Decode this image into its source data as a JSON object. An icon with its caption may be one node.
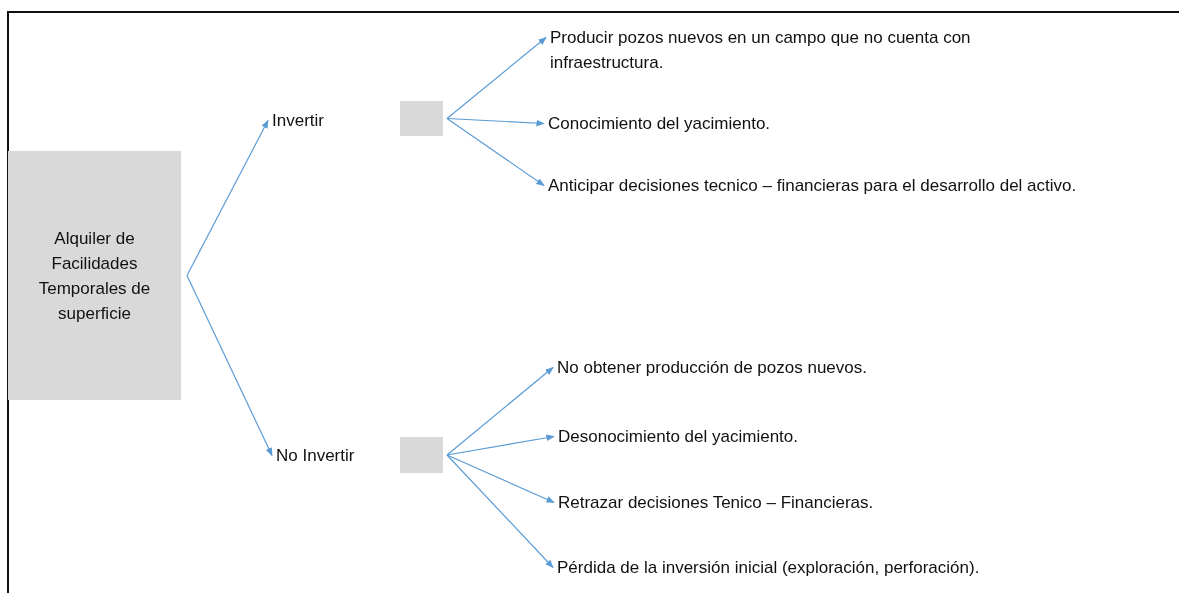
{
  "diagram": {
    "nodes": [
      {
        "text": [
          "Alquiler de Facilidades Temporales de superficie"
        ]
      },
      {
        "text": [
          "Invertir"
        ]
      },
      {
        "text": [],
        "shape": "box"
      },
      {
        "text": [
          "No Invertir"
        ]
      },
      {
        "text": [],
        "shape": "box"
      },
      {
        "text": [
          "Producir pozos nuevos en un campo que no cuenta con infraestructura."
        ]
      },
      {
        "text": [
          "Conocimiento del yacimiento."
        ]
      },
      {
        "text": [
          "Anticipar decisiones tecnico – financieras para el desarrollo del activo."
        ]
      },
      {
        "text": [
          "No obtener producción de pozos nuevos."
        ]
      },
      {
        "text": [
          "Desonocimiento del yacimiento."
        ]
      },
      {
        "text": [
          "Retrazar decisiones Tenico – Financieras."
        ]
      },
      {
        "text": [
          "Pérdida de la inversión inicial (exploración, perforación)."
        ]
      }
    ],
    "edges": [
      {
        "from": 0,
        "to": 1,
        "arrow": "to"
      },
      {
        "from": 0,
        "to": 3,
        "arrow": "to"
      },
      {
        "from": 2,
        "to": 5,
        "arrow": "to"
      },
      {
        "from": 2,
        "to": 6,
        "arrow": "to"
      },
      {
        "from": 2,
        "to": 7,
        "arrow": "to"
      },
      {
        "from": 4,
        "to": 8,
        "arrow": "to"
      },
      {
        "from": 4,
        "to": 9,
        "arrow": "to"
      },
      {
        "from": 4,
        "to": 10,
        "arrow": "to"
      },
      {
        "from": 4,
        "to": 11,
        "arrow": "to"
      }
    ]
  }
}
